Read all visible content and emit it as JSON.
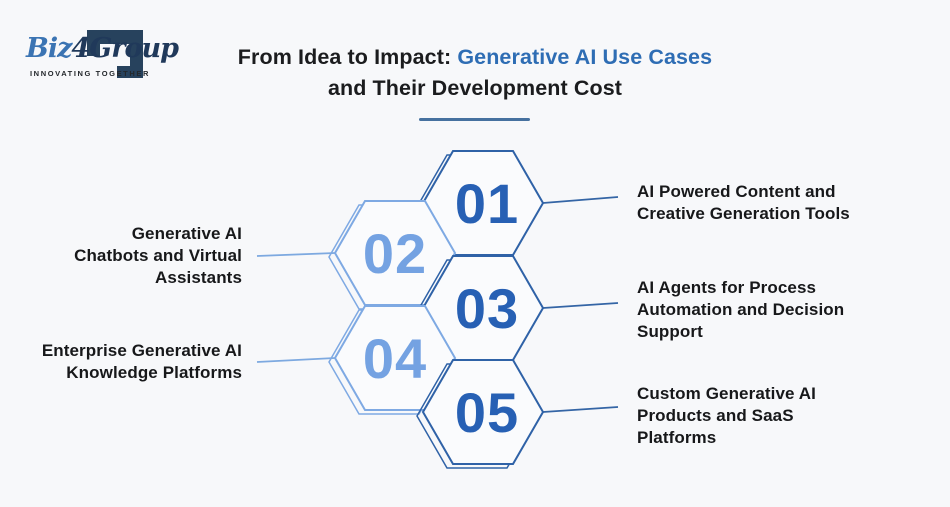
{
  "logo": {
    "biz": "Biz",
    "four": "4",
    "group": "Group",
    "tagline": "INNOVATING TOGETHER"
  },
  "title": {
    "prefix": "From Idea to Impact: ",
    "highlight": "Generative AI Use Cases",
    "line2": "and Their Development Cost"
  },
  "items": [
    {
      "number": "01",
      "tone": "dark",
      "side": "right",
      "label": "AI Powered Content and\nCreative Generation Tools"
    },
    {
      "number": "02",
      "tone": "light",
      "side": "left",
      "label": "Generative AI\nChatbots and Virtual\nAssistants"
    },
    {
      "number": "03",
      "tone": "dark",
      "side": "right",
      "label": "AI Agents for Process\nAutomation and Decision\nSupport"
    },
    {
      "number": "04",
      "tone": "light",
      "side": "left",
      "label": "Enterprise Generative AI\nKnowledge Platforms"
    },
    {
      "number": "05",
      "tone": "dark",
      "side": "right",
      "label": "Custom Generative AI\nProducts and SaaS\nPlatforms"
    }
  ],
  "colors": {
    "background": "#f7f8fa",
    "hex_dark_stroke": "#2f62a7",
    "hex_light_stroke": "#7ea9e3",
    "number_dark": "#2760b4",
    "number_light": "#74a2e2",
    "title_highlight": "#2e6db4",
    "underline": "#46719f",
    "logo_navy": "#27425d",
    "logo_blue": "#3b74b3",
    "text": "#17181a"
  }
}
